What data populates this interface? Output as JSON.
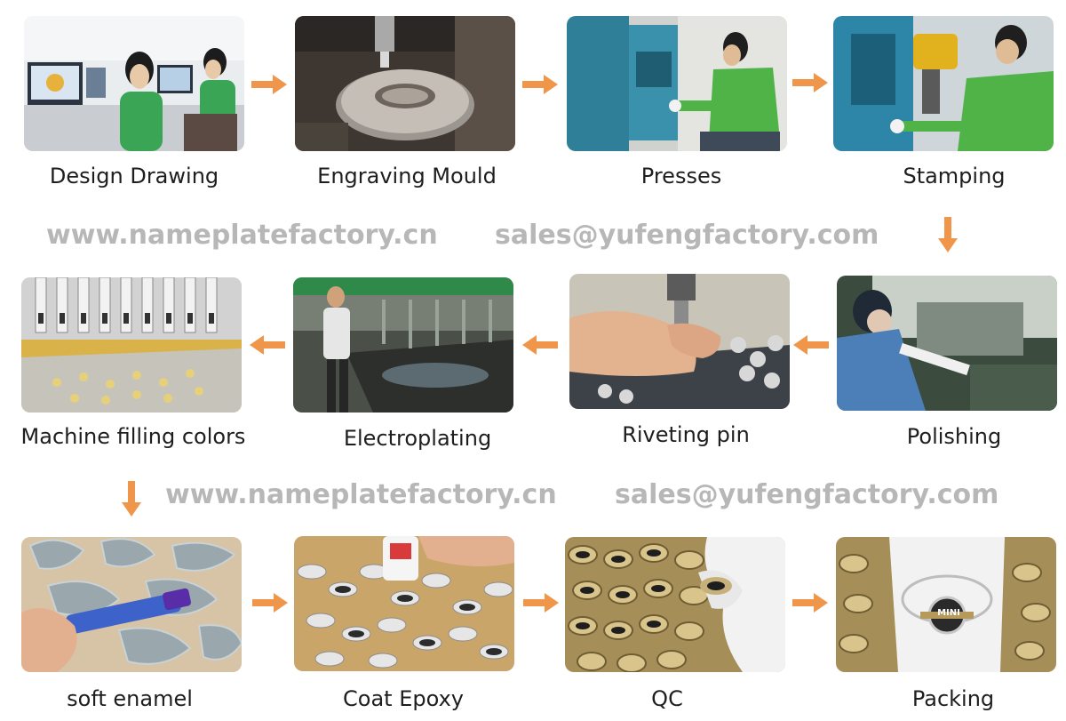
{
  "steps": [
    {
      "label": "Design Drawing",
      "photo": "design-drawing-photo"
    },
    {
      "label": "Engraving Mould",
      "photo": "engraving-mould-photo"
    },
    {
      "label": "Presses",
      "photo": "presses-photo"
    },
    {
      "label": "Stamping",
      "photo": "stamping-photo"
    },
    {
      "label": "Polishing",
      "photo": "polishing-photo"
    },
    {
      "label": "Riveting pin",
      "photo": "riveting-pin-photo"
    },
    {
      "label": "Electroplating",
      "photo": "electroplating-photo"
    },
    {
      "label": "Machine filling colors",
      "photo": "machine-filling-colors-photo"
    },
    {
      "label": "soft enamel",
      "photo": "soft-enamel-photo"
    },
    {
      "label": "Coat Epoxy",
      "photo": "coat-epoxy-photo"
    },
    {
      "label": "QC",
      "photo": "qc-photo"
    },
    {
      "label": "Packing",
      "photo": "packing-photo"
    }
  ],
  "watermarks": {
    "row1_site": "www.nameplatefactory.cn",
    "row1_email": "sales@yufengfactory.com",
    "row2_site": "www.nameplatefactory.cn",
    "row2_email": "sales@yufengfactory.com"
  },
  "product_badge_text": "MINI",
  "colors": {
    "arrow": "#f0964a",
    "watermark": "#b7b7b7",
    "label": "#1e1e1e"
  }
}
